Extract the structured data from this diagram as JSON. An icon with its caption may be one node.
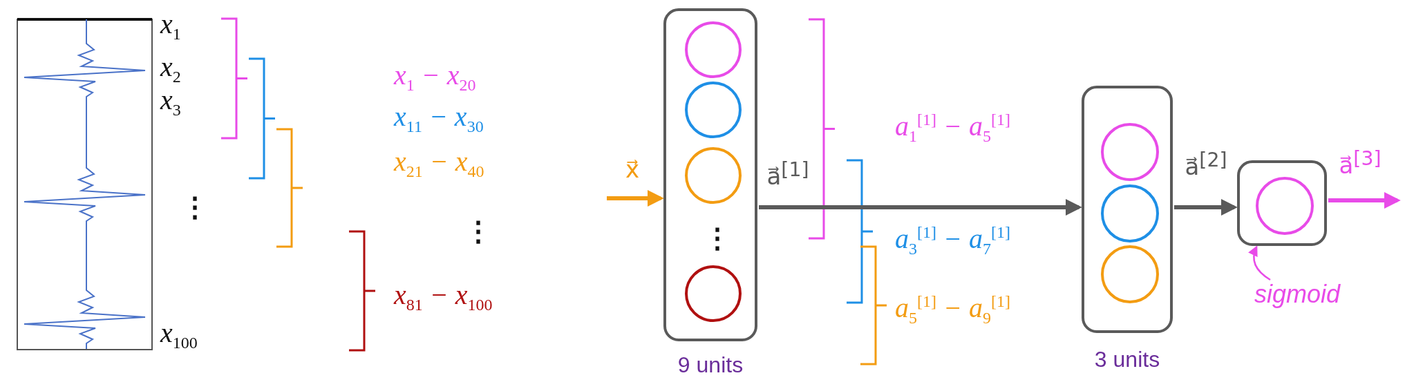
{
  "diagram": {
    "nodes": [
      {
        "text": [],
        "shape": "box",
        "beside": [
          "9 units"
        ]
      },
      {
        "text": [],
        "shape": "circle",
        "in": 0
      },
      {
        "text": [],
        "shape": "circle",
        "in": 0
      },
      {
        "text": [],
        "shape": "circle",
        "in": 0
      },
      {
        "text": [],
        "shape": "circle",
        "in": 0
      },
      {
        "text": [],
        "shape": "box",
        "beside": [
          "3 units"
        ]
      },
      {
        "text": [],
        "shape": "circle",
        "in": 5
      },
      {
        "text": [],
        "shape": "circle",
        "in": 5
      },
      {
        "text": [],
        "shape": "circle",
        "in": 5
      },
      {
        "text": [],
        "shape": "box"
      },
      {
        "text": [],
        "shape": "circle",
        "in": 9
      },
      {
        "text": [
          "sigmoid"
        ]
      }
    ],
    "edges": [
      {
        "from": null,
        "to": 0,
        "arrow": "to",
        "label": "x⃗",
        "color": "#f39c12"
      },
      {
        "from": 0,
        "to": 5,
        "arrow": "to",
        "label": "a⃗$^{[1]}$"
      },
      {
        "from": 5,
        "to": 9,
        "arrow": "to",
        "label": "a⃗$^{[2]}$"
      },
      {
        "from": 9,
        "to": null,
        "arrow": "to",
        "label": "a⃗$^{[3]}$",
        "color": "#e84be8"
      },
      {
        "from": 11,
        "to": 9,
        "arrow": "to",
        "color": "#e84be8"
      }
    ],
    "labels": [
      "x$_{1}$",
      "x$_{2}$",
      "x$_{3}$",
      "⋮",
      "x$_{100}$",
      "x$_{1}$ − x$_{20}$",
      "x$_{11}$ − x$_{30}$",
      "x$_{21}$ − x$_{40}$",
      "⋮",
      "x$_{81}$ − x$_{100}$",
      "⋮",
      "a$_{1}$$^{[1]}$ − a$_{5}$$^{[1]}$",
      "a$_{3}$$^{[1]}$ − a$_{7}$$^{[1]}$",
      "a$_{5}$$^{[1]}$ − a$_{9}$$^{[1]}$"
    ]
  }
}
